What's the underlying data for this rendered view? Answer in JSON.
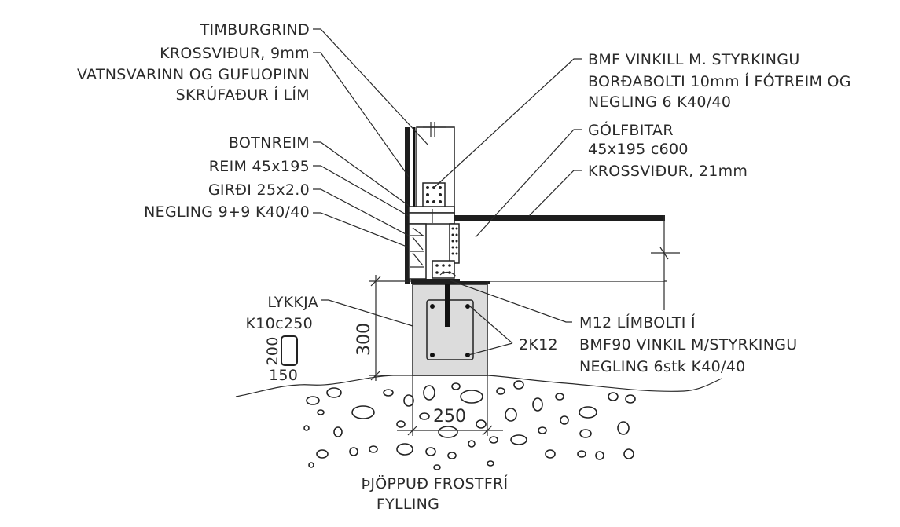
{
  "labels": {
    "timburgrind": "TIMBURGRIND",
    "krossvidur9": "KROSSVIÐUR, 9mm",
    "vatnsvarinn": "VATNSVARINN OG GUFUOPINN",
    "skrufadur": "SKRÚFAÐUR Í LÍM",
    "botnreim": "BOTNREIM",
    "reim": "REIM 45x195",
    "girdi": "GIRÐI 25x2.0",
    "negling99": "NEGLING 9+9 K40/40",
    "bmf_vinkill": "BMF VINKILL M. STYRKINGU",
    "bordabolti": "BORÐABOLTI 10mm Í FÓTREIM OG",
    "negling6": "NEGLING 6 K40/40",
    "golfbitar": "GÓLFBITAR",
    "golfbitar_dim": "45x195 c600",
    "krossvidur21": "KROSSVIÐUR, 21mm",
    "lykkja": "LYKKJA",
    "lykkja_spec": "K10c250",
    "stirrup_h": "200",
    "stirrup_w": "150",
    "dim_300": "300",
    "rebar": "2K12",
    "m12": "M12 LÍMBOLTI Í",
    "bmf90": "BMF90 VINKIL M/STYRKINGU",
    "negling6stk": "NEGLING 6stk K40/40",
    "dim_250": "250",
    "fylling1": "ÞJÖPPUÐ FROSTFRÍ",
    "fylling2": "FYLLING"
  }
}
